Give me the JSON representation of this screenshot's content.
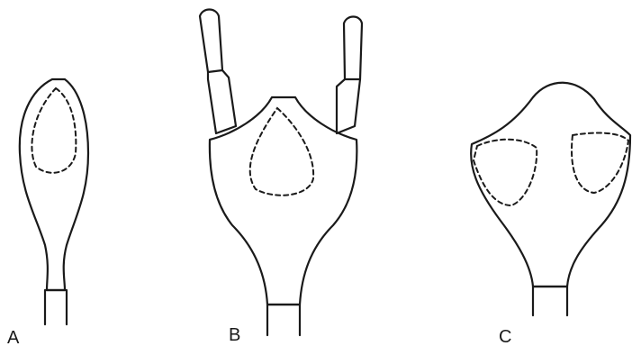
{
  "figure": {
    "panels": [
      {
        "id": "a",
        "label": "A"
      },
      {
        "id": "b",
        "label": "B"
      },
      {
        "id": "c",
        "label": "C"
      }
    ]
  }
}
